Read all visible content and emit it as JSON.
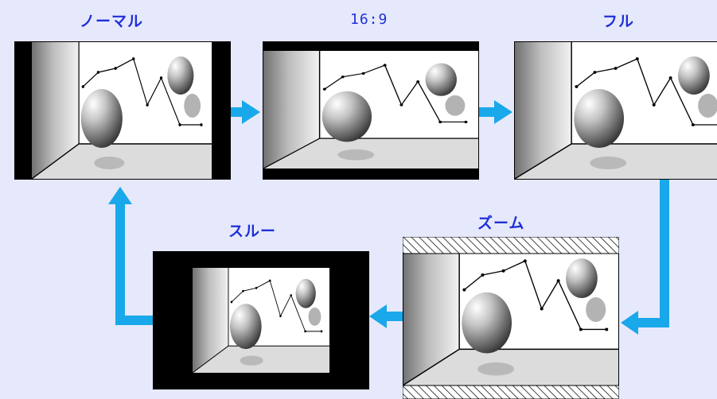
{
  "modes": {
    "normal": "ノーマル",
    "wide": "16:9",
    "full": "フル",
    "zoom": "ズーム",
    "through": "スルー"
  },
  "colors": {
    "background": "#e6e9fb",
    "arrow": "#19a8ea",
    "label": "#1f2fd8",
    "frame_border": "#000000"
  }
}
